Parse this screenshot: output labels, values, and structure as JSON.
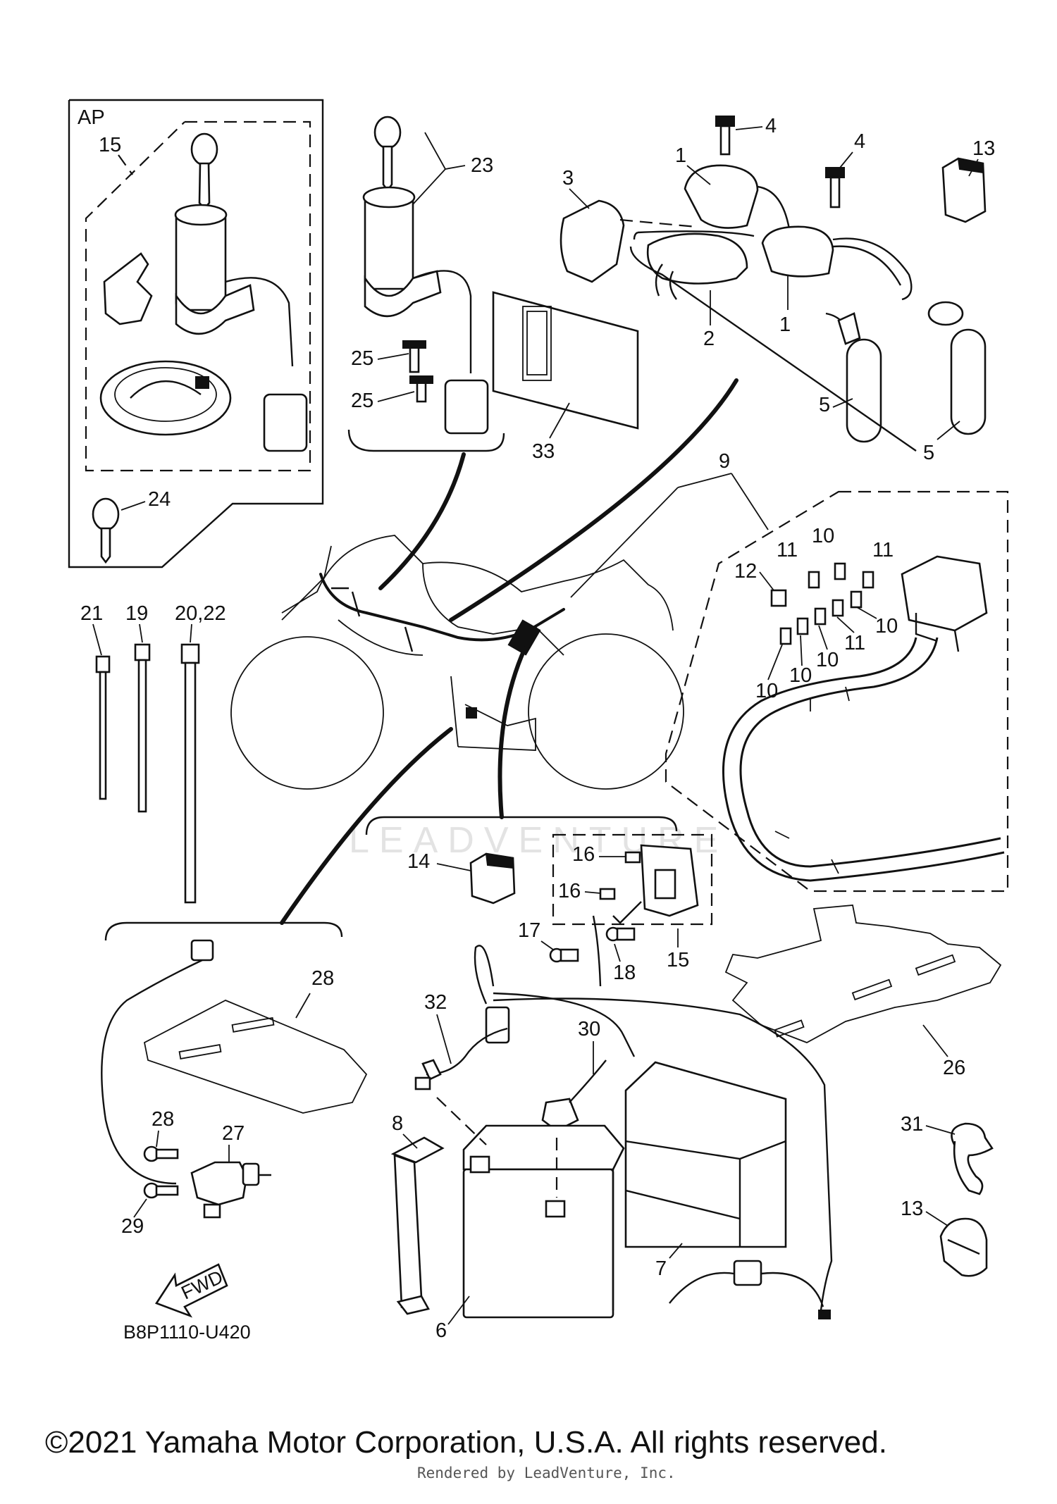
{
  "diagram": {
    "code": "B8P1110-U420",
    "kit_label": "AP",
    "fwd_label": "FWD",
    "watermark": "LEADVENTURE",
    "copyright": "©2021 Yamaha Motor Corporation, U.S.A. All rights reserved.",
    "rendered_by": "Rendered by LeadVenture, Inc.",
    "callouts": [
      {
        "id": "c1a",
        "text": "1"
      },
      {
        "id": "c1b",
        "text": "1"
      },
      {
        "id": "c2",
        "text": "2"
      },
      {
        "id": "c3",
        "text": "3"
      },
      {
        "id": "c4a",
        "text": "4"
      },
      {
        "id": "c4b",
        "text": "4"
      },
      {
        "id": "c5a",
        "text": "5"
      },
      {
        "id": "c5b",
        "text": "5"
      },
      {
        "id": "c6",
        "text": "6"
      },
      {
        "id": "c7",
        "text": "7"
      },
      {
        "id": "c8",
        "text": "8"
      },
      {
        "id": "c9",
        "text": "9"
      },
      {
        "id": "c10a",
        "text": "10"
      },
      {
        "id": "c10b",
        "text": "10"
      },
      {
        "id": "c10c",
        "text": "10"
      },
      {
        "id": "c10d",
        "text": "10"
      },
      {
        "id": "c10e",
        "text": "10"
      },
      {
        "id": "c11a",
        "text": "11"
      },
      {
        "id": "c11b",
        "text": "11"
      },
      {
        "id": "c11c",
        "text": "11"
      },
      {
        "id": "c12",
        "text": "12"
      },
      {
        "id": "c13a",
        "text": "13"
      },
      {
        "id": "c13b",
        "text": "13"
      },
      {
        "id": "c14",
        "text": "14"
      },
      {
        "id": "c15a",
        "text": "15"
      },
      {
        "id": "c15b",
        "text": "15"
      },
      {
        "id": "c16a",
        "text": "16"
      },
      {
        "id": "c16b",
        "text": "16"
      },
      {
        "id": "c17",
        "text": "17"
      },
      {
        "id": "c18",
        "text": "18"
      },
      {
        "id": "c19",
        "text": "19"
      },
      {
        "id": "c2022",
        "text": "20,22"
      },
      {
        "id": "c21",
        "text": "21"
      },
      {
        "id": "c23",
        "text": "23"
      },
      {
        "id": "c24",
        "text": "24"
      },
      {
        "id": "c25a",
        "text": "25"
      },
      {
        "id": "c25b",
        "text": "25"
      },
      {
        "id": "c26",
        "text": "26"
      },
      {
        "id": "c27",
        "text": "27"
      },
      {
        "id": "c28a",
        "text": "28"
      },
      {
        "id": "c28b",
        "text": "28"
      },
      {
        "id": "c29",
        "text": "29"
      },
      {
        "id": "c30",
        "text": "30"
      },
      {
        "id": "c31",
        "text": "31"
      },
      {
        "id": "c32",
        "text": "32"
      },
      {
        "id": "c33",
        "text": "33"
      }
    ]
  }
}
